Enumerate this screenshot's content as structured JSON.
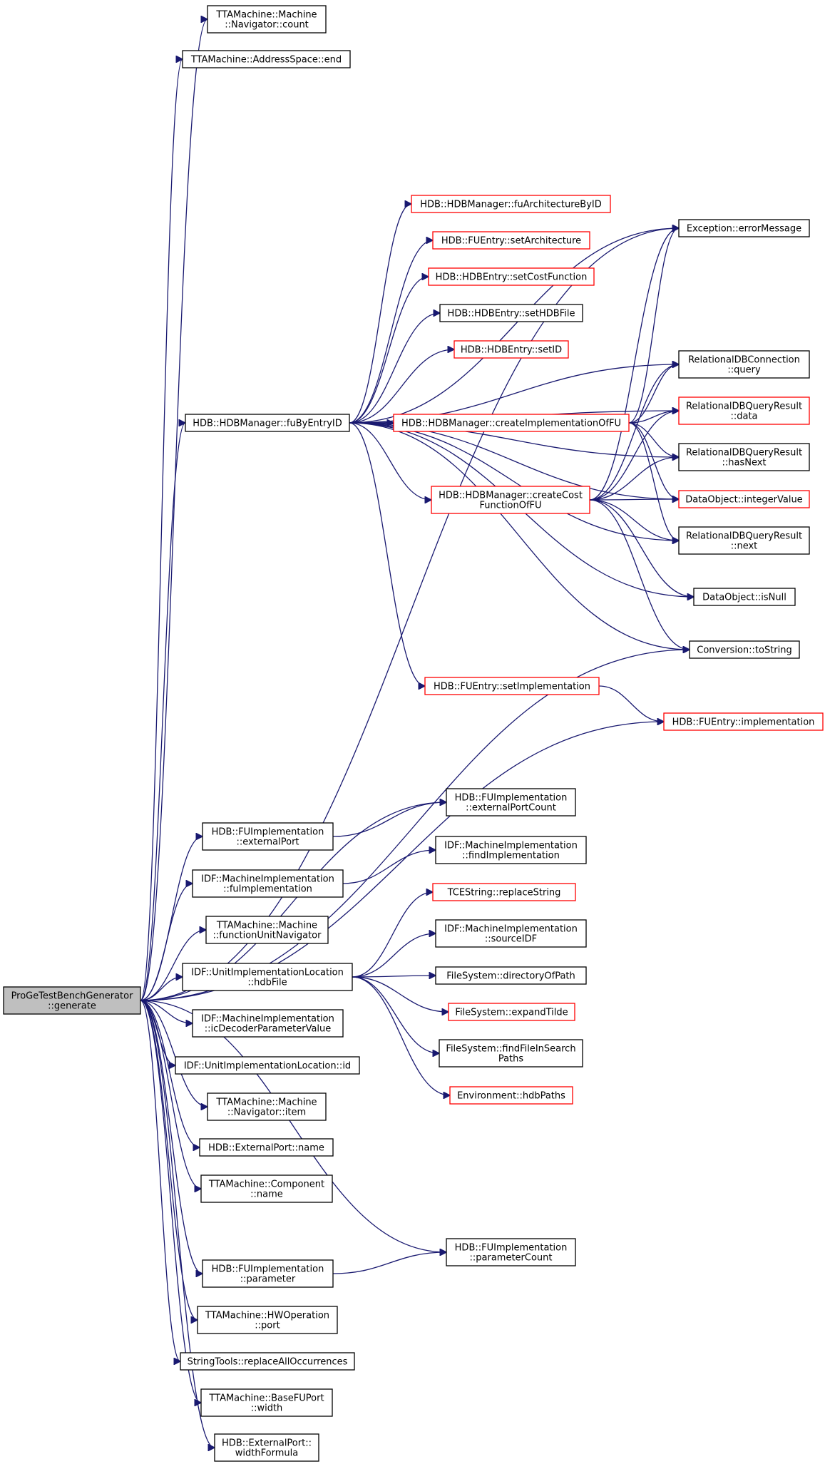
{
  "diagram": {
    "root": {
      "id": "root",
      "lines": [
        "ProGeTestBenchGenerator",
        "::generate"
      ]
    },
    "nodes": [
      {
        "id": "n1",
        "lines": [
          "TTAMachine::Machine",
          "::Navigator::count"
        ],
        "red": false
      },
      {
        "id": "n2",
        "lines": [
          "TTAMachine::AddressSpace::end"
        ],
        "red": false
      },
      {
        "id": "n3",
        "lines": [
          "HDB::HDBManager::fuByEntryID"
        ],
        "red": false
      },
      {
        "id": "n4",
        "lines": [
          "HDB::HDBManager::fuArchitectureByID"
        ],
        "red": true
      },
      {
        "id": "n5",
        "lines": [
          "HDB::FUEntry::setArchitecture"
        ],
        "red": true
      },
      {
        "id": "n6",
        "lines": [
          "HDB::HDBEntry::setCostFunction"
        ],
        "red": true
      },
      {
        "id": "n7",
        "lines": [
          "HDB::HDBEntry::setHDBFile"
        ],
        "red": false
      },
      {
        "id": "n8",
        "lines": [
          "HDB::HDBEntry::setID"
        ],
        "red": true
      },
      {
        "id": "n9",
        "lines": [
          "HDB::HDBManager::createImplementationOfFU"
        ],
        "red": true
      },
      {
        "id": "n10",
        "lines": [
          "HDB::HDBManager::createCost",
          "FunctionOfFU"
        ],
        "red": true
      },
      {
        "id": "n11",
        "lines": [
          "HDB::FUEntry::setImplementation"
        ],
        "red": true
      },
      {
        "id": "n12",
        "lines": [
          "Exception::errorMessage"
        ],
        "red": false
      },
      {
        "id": "n13",
        "lines": [
          "RelationalDBConnection",
          "::query"
        ],
        "red": false
      },
      {
        "id": "n14",
        "lines": [
          "RelationalDBQueryResult",
          "::data"
        ],
        "red": true
      },
      {
        "id": "n15",
        "lines": [
          "RelationalDBQueryResult",
          "::hasNext"
        ],
        "red": false
      },
      {
        "id": "n16",
        "lines": [
          "DataObject::integerValue"
        ],
        "red": true
      },
      {
        "id": "n17",
        "lines": [
          "RelationalDBQueryResult",
          "::next"
        ],
        "red": false
      },
      {
        "id": "n18",
        "lines": [
          "DataObject::isNull"
        ],
        "red": false
      },
      {
        "id": "n19",
        "lines": [
          "Conversion::toString"
        ],
        "red": false
      },
      {
        "id": "n20",
        "lines": [
          "HDB::FUEntry::implementation"
        ],
        "red": true
      },
      {
        "id": "n21",
        "lines": [
          "HDB::FUImplementation",
          "::externalPortCount"
        ],
        "red": false
      },
      {
        "id": "n22",
        "lines": [
          "HDB::FUImplementation",
          "::externalPort"
        ],
        "red": false
      },
      {
        "id": "n23",
        "lines": [
          "IDF::MachineImplementation",
          "::findImplementation"
        ],
        "red": false
      },
      {
        "id": "n24",
        "lines": [
          "IDF::MachineImplementation",
          "::fuImplementation"
        ],
        "red": false
      },
      {
        "id": "n25",
        "lines": [
          "TCEString::replaceString"
        ],
        "red": true
      },
      {
        "id": "n26",
        "lines": [
          "TTAMachine::Machine",
          "::functionUnitNavigator"
        ],
        "red": false
      },
      {
        "id": "n27",
        "lines": [
          "IDF::MachineImplementation",
          "::sourceIDF"
        ],
        "red": false
      },
      {
        "id": "n28",
        "lines": [
          "IDF::UnitImplementationLocation",
          "::hdbFile"
        ],
        "red": false
      },
      {
        "id": "n29",
        "lines": [
          "FileSystem::directoryOfPath"
        ],
        "red": false
      },
      {
        "id": "n30",
        "lines": [
          "FileSystem::expandTilde"
        ],
        "red": true
      },
      {
        "id": "n31",
        "lines": [
          "IDF::MachineImplementation",
          "::icDecoderParameterValue"
        ],
        "red": false
      },
      {
        "id": "n32",
        "lines": [
          "FileSystem::findFileInSearch",
          "Paths"
        ],
        "red": false
      },
      {
        "id": "n33",
        "lines": [
          "IDF::UnitImplementationLocation::id"
        ],
        "red": false
      },
      {
        "id": "n34",
        "lines": [
          "Environment::hdbPaths"
        ],
        "red": true
      },
      {
        "id": "n35",
        "lines": [
          "TTAMachine::Machine",
          "::Navigator::item"
        ],
        "red": false
      },
      {
        "id": "n36",
        "lines": [
          "HDB::ExternalPort::name"
        ],
        "red": false
      },
      {
        "id": "n37",
        "lines": [
          "TTAMachine::Component",
          "::name"
        ],
        "red": false
      },
      {
        "id": "n38",
        "lines": [
          "HDB::FUImplementation",
          "::parameterCount"
        ],
        "red": false
      },
      {
        "id": "n39",
        "lines": [
          "HDB::FUImplementation",
          "::parameter"
        ],
        "red": false
      },
      {
        "id": "n40",
        "lines": [
          "TTAMachine::HWOperation",
          "::port"
        ],
        "red": false
      },
      {
        "id": "n41",
        "lines": [
          "StringTools::replaceAllOccurrences"
        ],
        "red": false
      },
      {
        "id": "n42",
        "lines": [
          "TTAMachine::BaseFUPort",
          "::width"
        ],
        "red": false
      },
      {
        "id": "n43",
        "lines": [
          "HDB::ExternalPort::",
          "widthFormula"
        ],
        "red": false
      }
    ],
    "edges": [
      [
        "root",
        "n1"
      ],
      [
        "root",
        "n2"
      ],
      [
        "root",
        "n3"
      ],
      [
        "root",
        "n12"
      ],
      [
        "root",
        "n19"
      ],
      [
        "root",
        "n20"
      ],
      [
        "root",
        "n21"
      ],
      [
        "root",
        "n22"
      ],
      [
        "root",
        "n24"
      ],
      [
        "root",
        "n26"
      ],
      [
        "root",
        "n28"
      ],
      [
        "root",
        "n31"
      ],
      [
        "root",
        "n33"
      ],
      [
        "root",
        "n35"
      ],
      [
        "root",
        "n36"
      ],
      [
        "root",
        "n37"
      ],
      [
        "root",
        "n38"
      ],
      [
        "root",
        "n39"
      ],
      [
        "root",
        "n40"
      ],
      [
        "root",
        "n41"
      ],
      [
        "root",
        "n42"
      ],
      [
        "root",
        "n43"
      ],
      [
        "n3",
        "n4"
      ],
      [
        "n3",
        "n5"
      ],
      [
        "n3",
        "n6"
      ],
      [
        "n3",
        "n7"
      ],
      [
        "n3",
        "n8"
      ],
      [
        "n3",
        "n9"
      ],
      [
        "n3",
        "n10"
      ],
      [
        "n3",
        "n11"
      ],
      [
        "n3",
        "n12"
      ],
      [
        "n3",
        "n13"
      ],
      [
        "n3",
        "n14"
      ],
      [
        "n3",
        "n15"
      ],
      [
        "n3",
        "n16"
      ],
      [
        "n3",
        "n17"
      ],
      [
        "n3",
        "n18"
      ],
      [
        "n3",
        "n19"
      ],
      [
        "n9",
        "n12"
      ],
      [
        "n9",
        "n13"
      ],
      [
        "n9",
        "n14"
      ],
      [
        "n9",
        "n15"
      ],
      [
        "n9",
        "n16"
      ],
      [
        "n9",
        "n17"
      ],
      [
        "n10",
        "n12"
      ],
      [
        "n10",
        "n13"
      ],
      [
        "n10",
        "n14"
      ],
      [
        "n10",
        "n15"
      ],
      [
        "n10",
        "n16"
      ],
      [
        "n10",
        "n17"
      ],
      [
        "n10",
        "n18"
      ],
      [
        "n10",
        "n19"
      ],
      [
        "n11",
        "n20"
      ],
      [
        "n22",
        "n21"
      ],
      [
        "n24",
        "n23"
      ],
      [
        "n39",
        "n38"
      ],
      [
        "n28",
        "n25"
      ],
      [
        "n28",
        "n27"
      ],
      [
        "n28",
        "n29"
      ],
      [
        "n28",
        "n30"
      ],
      [
        "n28",
        "n32"
      ],
      [
        "n28",
        "n34"
      ]
    ]
  }
}
